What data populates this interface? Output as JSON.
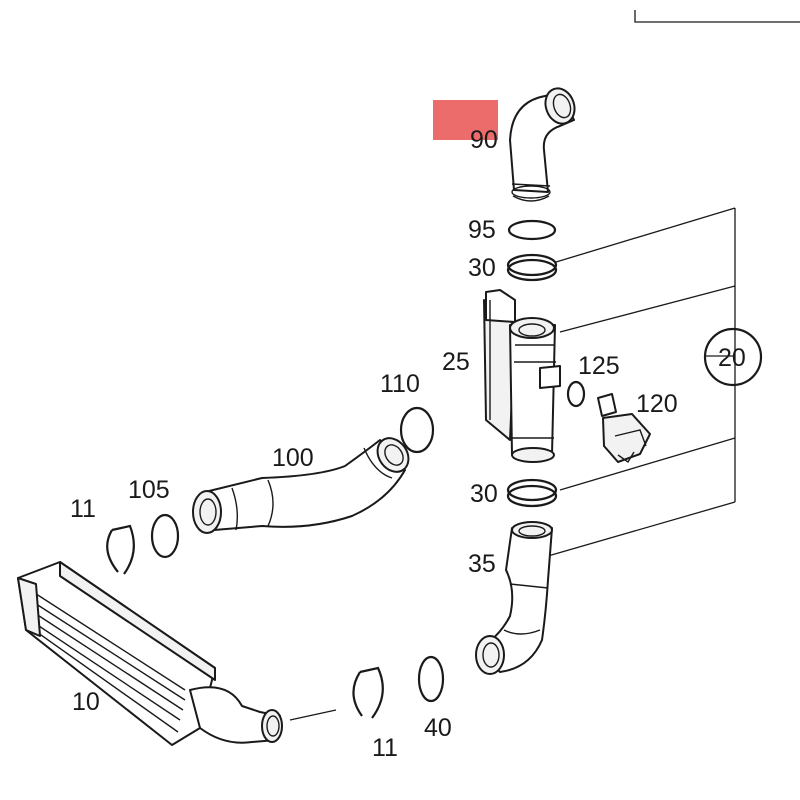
{
  "highlight_color": "#ec6b6b",
  "callouts": {
    "p90": "90",
    "p95": "95",
    "p30a": "30",
    "p25": "25",
    "p125": "125",
    "p120": "120",
    "p20": "20",
    "p110": "110",
    "p100": "100",
    "p105": "105",
    "p11a": "11",
    "p30b": "30",
    "p35": "35",
    "p10": "10",
    "p40": "40",
    "p11b": "11"
  }
}
